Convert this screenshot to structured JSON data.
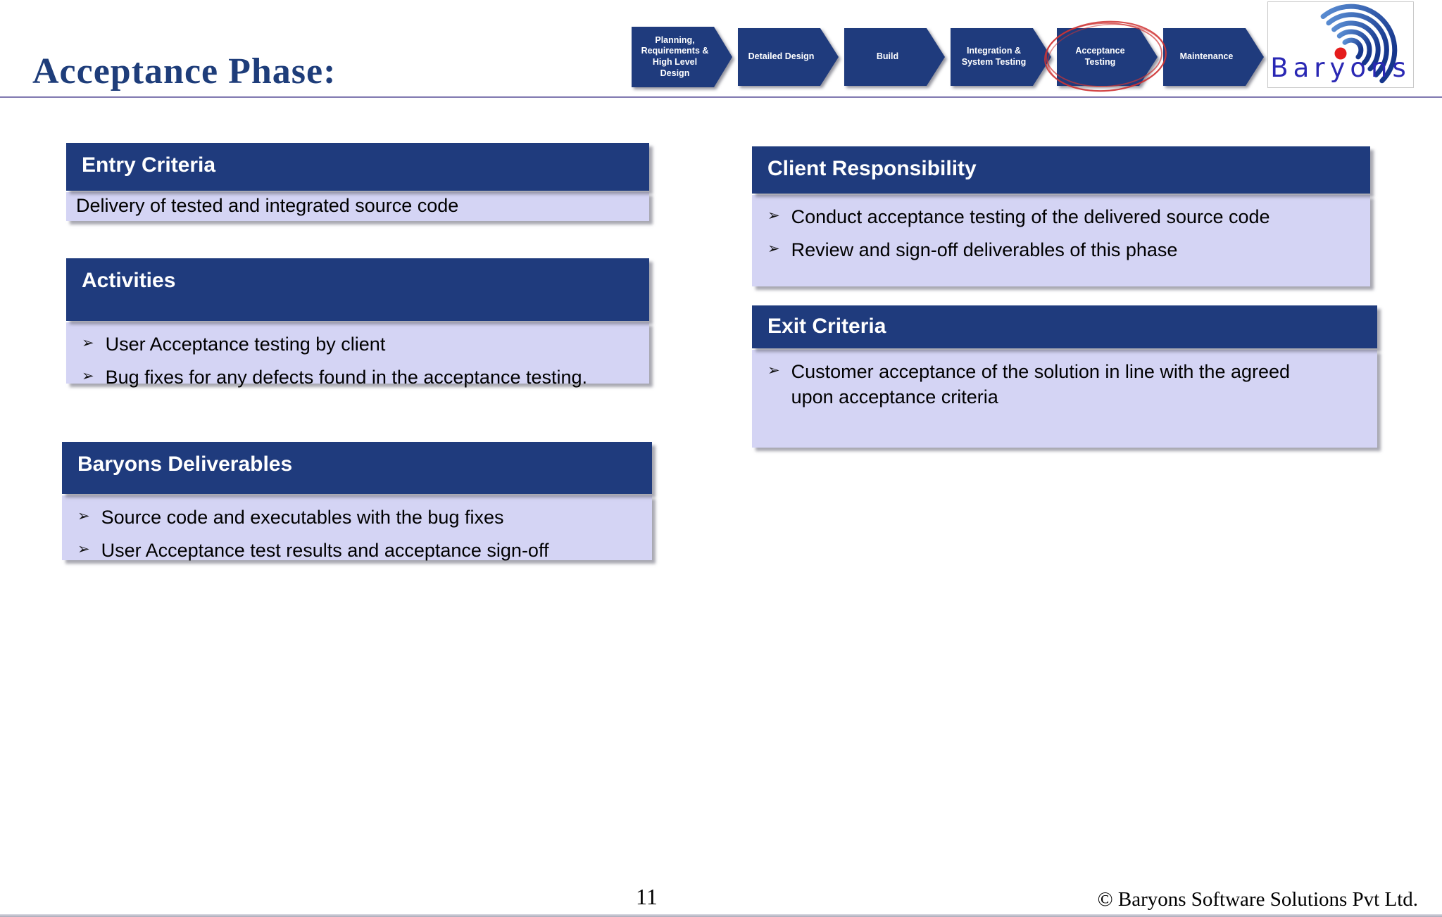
{
  "header": {
    "title": "Acceptance Phase:",
    "logo_text": "Baryons"
  },
  "process_flow": {
    "steps": [
      {
        "label": "Planning, Requirements & High Level Design",
        "highlighted": false
      },
      {
        "label": "Detailed Design",
        "highlighted": false
      },
      {
        "label": "Build",
        "highlighted": false
      },
      {
        "label": "Integration & System Testing",
        "highlighted": false
      },
      {
        "label": "Acceptance Testing",
        "highlighted": true
      },
      {
        "label": "Maintenance",
        "highlighted": false
      }
    ]
  },
  "bullet_glyph": "➢",
  "boxes": {
    "entry_criteria": {
      "title": "Entry Criteria",
      "text": "Delivery of tested and integrated source code"
    },
    "activities": {
      "title": "Activities",
      "items": [
        "User Acceptance testing by client",
        "Bug fixes for any defects found in the acceptance testing."
      ]
    },
    "deliverables": {
      "title": "Baryons Deliverables",
      "items": [
        "Source code and executables with the bug fixes",
        "User Acceptance test results and acceptance sign-off"
      ]
    },
    "client_responsibility": {
      "title": "Client Responsibility",
      "items": [
        "Conduct acceptance testing of the delivered source code",
        "Review and sign-off deliverables of this phase"
      ]
    },
    "exit_criteria": {
      "title": "Exit Criteria",
      "items": [
        "Customer acceptance of the solution in line with the agreed upon acceptance criteria"
      ]
    }
  },
  "footer": {
    "page_number": "11",
    "copyright": "© Baryons Software Solutions Pvt Ltd."
  },
  "colors": {
    "navy": "#1f3b7d",
    "lavender": "#d4d4f4",
    "divider": "#8078b0",
    "title_color": "#1e3d7a",
    "red_annotation": "#cf3333",
    "logo_blue": "#2a28b4",
    "logo_dot_red": "#e51c1c"
  }
}
